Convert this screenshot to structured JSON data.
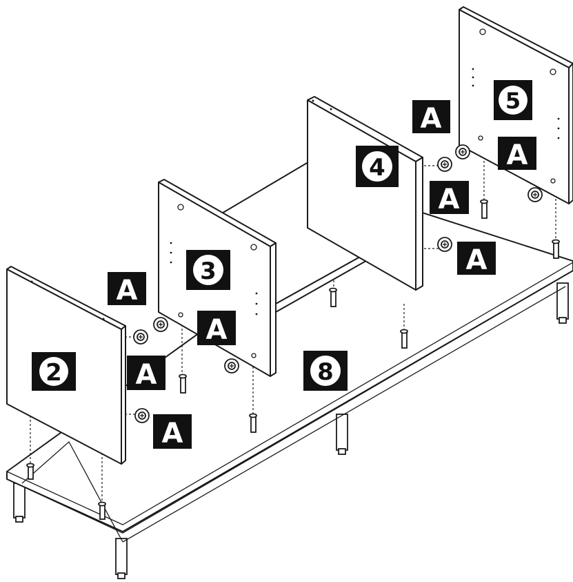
{
  "diagram": {
    "panel_numbers": {
      "panel_2": "2",
      "panel_3": "3",
      "panel_4": "4",
      "panel_5": "5",
      "base_8": "8"
    },
    "hardware_label": "A"
  }
}
